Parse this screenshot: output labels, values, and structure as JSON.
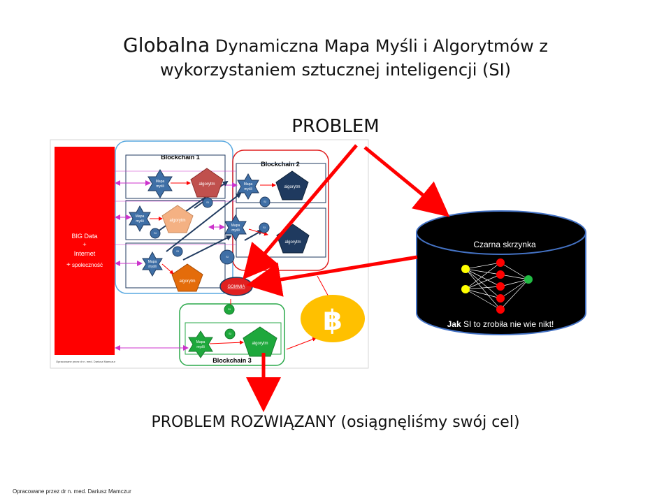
{
  "title": {
    "word1": "Globalna",
    "line1_rest": "Dynamiczna Mapa Myśli i Algorytmów  z",
    "line2": "wykorzystaniem sztucznej inteligencji (SI)"
  },
  "problem_label": "PROBLEM",
  "solved_label": "PROBLEM ROZWIĄZANY (osiągnęliśmy swój cel)",
  "credit": "Opracowane przez dr n. med. Dariusz Mamczur",
  "diagram": {
    "big_data": {
      "line1": "BIG Data",
      "plus1": "+",
      "line2": "Internet",
      "plus2": "+",
      "line3": "społeczność"
    },
    "blockchain1": "Blockchain 1",
    "blockchain2": "Blockchain 2",
    "blockchain3": "Blockchain 3",
    "mapa": "Mapa",
    "mysli": "myśli",
    "algorytm": "algorytm",
    "gommia": "GOMMIA",
    "node_si": "SI",
    "node_label": "SI",
    "bitcoin_symbol": "฿",
    "inner_credit": "Opracowane przez dr n. med. Dariusz Mamczur"
  },
  "black_box": {
    "title": "Czarna skrzynka",
    "caption_bold": "Jak",
    "caption_rest": " SI to zrobiła nie wie nikt!"
  },
  "colors": {
    "red": "#ff0000",
    "blockchain1_border": "#59a9e0",
    "blockchain2_border": "#e02020",
    "blockchain3_border": "#2aa84a",
    "star_blue": "#3f6fa6",
    "pentagon_red": "#c0504d",
    "pentagon_peach": "#f4b183",
    "pentagon_navy": "#1f3a5f",
    "pentagon_orange": "#e46c0a",
    "green": "#1ea83c",
    "coin_yellow": "#ffc000",
    "link_magenta": "#cc33cc"
  }
}
